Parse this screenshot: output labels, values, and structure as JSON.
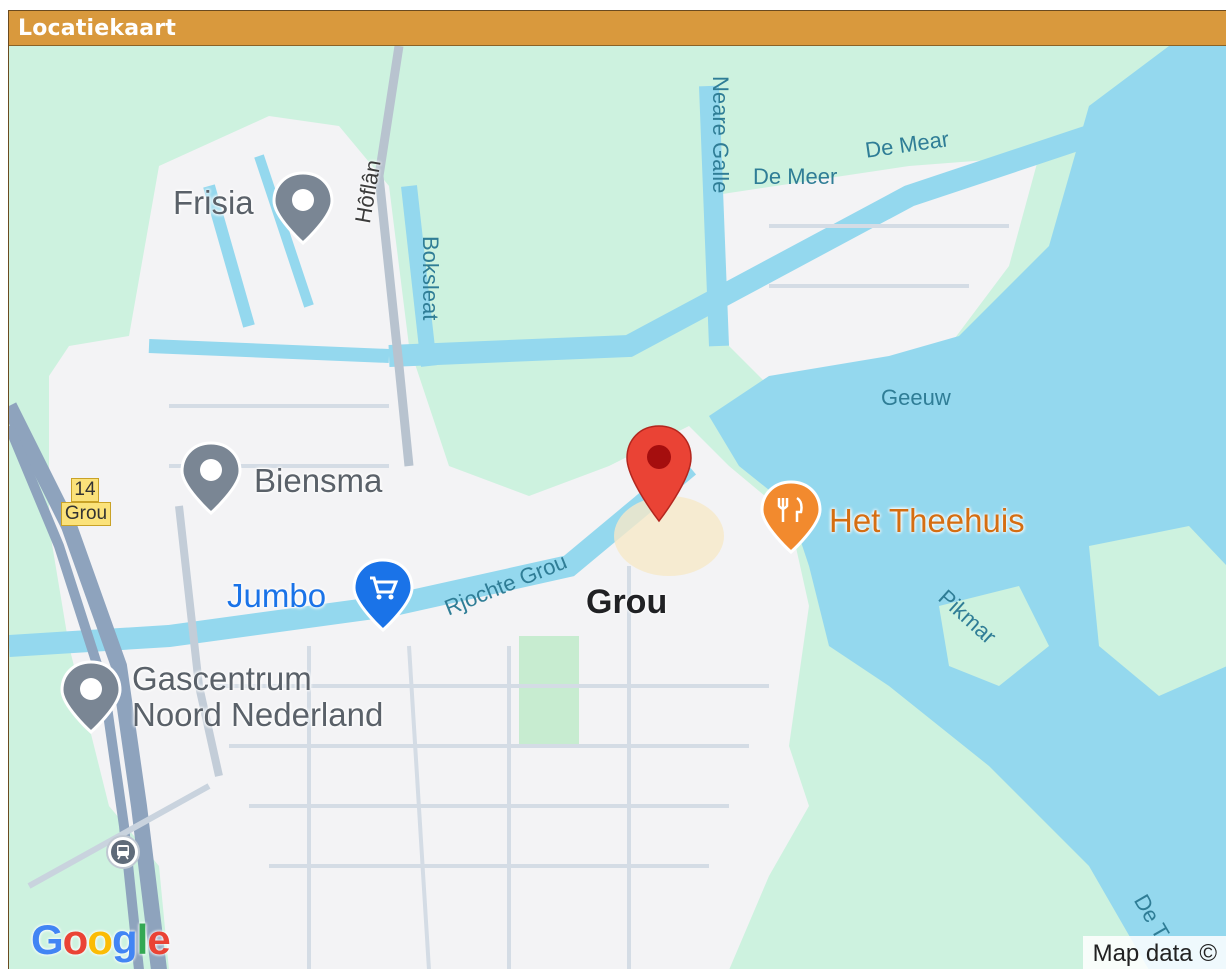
{
  "panel": {
    "title": "Locatiekaart"
  },
  "map": {
    "town_label": "Grou",
    "pois": [
      {
        "name": "Frisia",
        "icon": "generic-pin-icon",
        "color": "#7a8694"
      },
      {
        "name": "Biensma",
        "icon": "generic-pin-icon",
        "color": "#7a8694"
      },
      {
        "name": "Jumbo",
        "icon": "shopping-cart-icon",
        "color": "#1a73e8"
      },
      {
        "name_line1": "Gascentrum",
        "name_line2": "Noord Nederland",
        "icon": "generic-pin-icon",
        "color": "#7a8694"
      },
      {
        "name": "Het Theehuis",
        "icon": "restaurant-icon",
        "color": "#f28a2e"
      }
    ],
    "water_labels": [
      "Boksleat",
      "De Mear",
      "De Meer",
      "Neare Galle",
      "Geeuw",
      "Rjochte Grou",
      "Pikmar",
      "De T"
    ],
    "street_labels": [
      "Hôflân"
    ],
    "road_shield": {
      "number": "14",
      "name": "Grou"
    },
    "selected_marker": {
      "icon": "location-marker-icon",
      "color": "#ea4335"
    },
    "station_icon": "train-station-icon",
    "attribution": "Map data ©",
    "logo": {
      "letters": [
        "G",
        "o",
        "o",
        "g",
        "l",
        "e"
      ],
      "colors": [
        "#4285f4",
        "#ea4335",
        "#fbbc05",
        "#4285f4",
        "#34a853",
        "#ea4335"
      ]
    },
    "colors": {
      "water": "#94d8ee",
      "land": "#cdf2df",
      "urban": "#f3f3f5",
      "road": "#c9d3de"
    }
  }
}
